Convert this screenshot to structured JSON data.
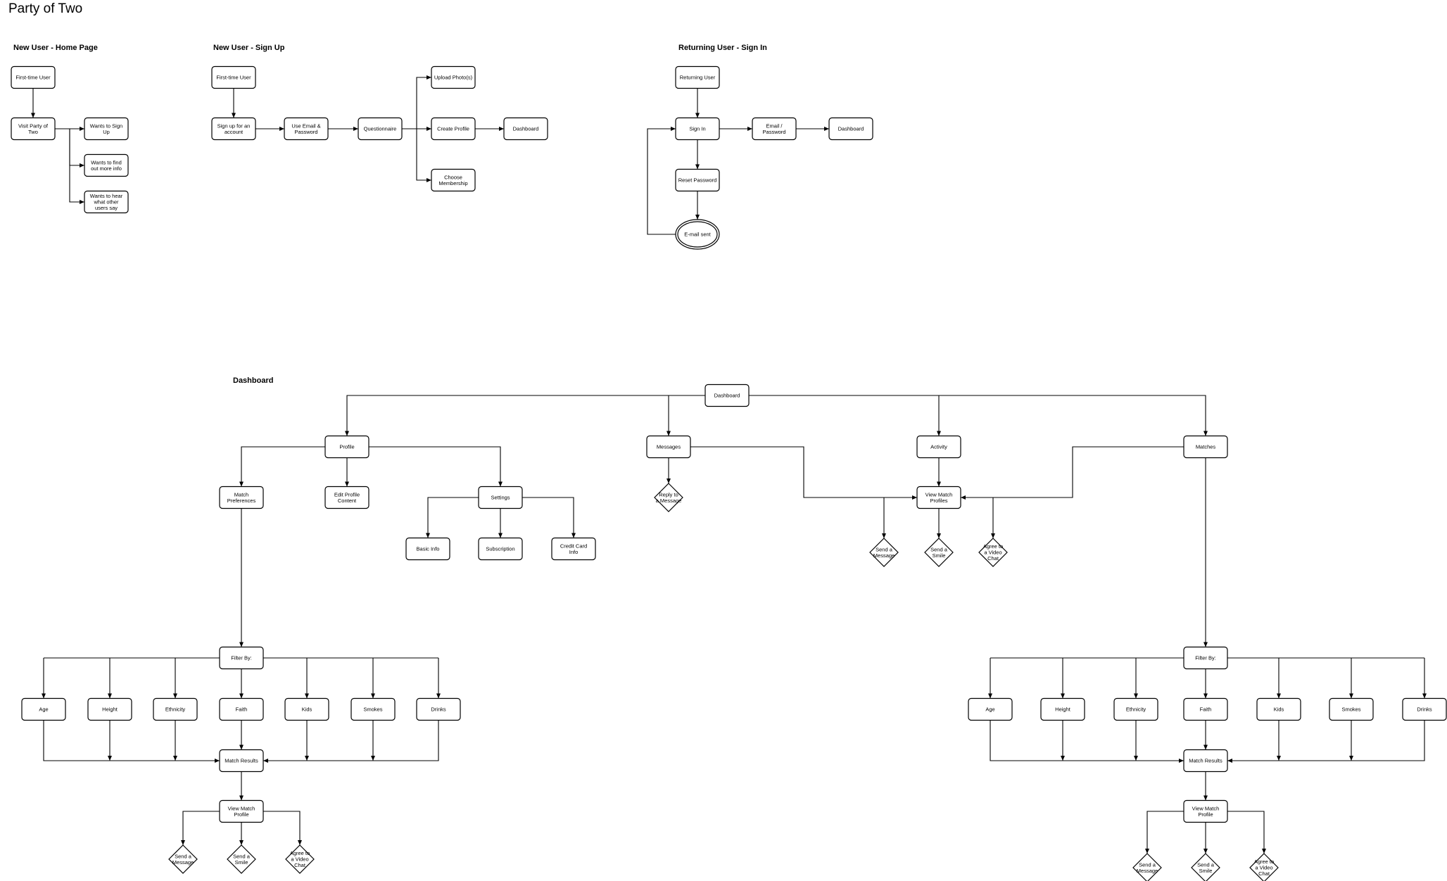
{
  "title": "Party of Two",
  "sections": {
    "home": "New User - Home Page",
    "signup": "New User - Sign Up",
    "signin": "Returning User - Sign In",
    "dashboard": "Dashboard"
  },
  "nodes": {
    "h_first": "First-time User",
    "h_visit": "Visit Party of Two",
    "h_signup": "Wants to Sign Up",
    "h_info": "Wants to find out more info",
    "h_hear": "Wants to hear what other users say",
    "s_first": "First-time User",
    "s_signup": "Sign up for an account",
    "s_email": "Use Email & Password",
    "s_quest": "Questionnaire",
    "s_upload": "Upload Photo(s)",
    "s_create": "Create Profile",
    "s_dash": "Dashboard",
    "s_member": "Choose Membership",
    "r_user": "Returning User",
    "r_signin": "Sign In",
    "r_email": "Email / Password",
    "r_dash": "Dashboard",
    "r_reset": "Reset Password",
    "r_sent": "E-mail sent",
    "d_dash": "Dashboard",
    "d_profile": "Profile",
    "d_messages": "Messages",
    "d_activity": "Activity",
    "d_matches": "Matches",
    "d_matchpref": "Match Preferences",
    "d_editprof": "Edit Profile Content",
    "d_settings": "Settings",
    "d_reply": "Reply to a Message",
    "d_viewmp": "View Match Profiles",
    "d_basic": "Basic Info",
    "d_sub": "Subscription",
    "d_cc": "Credit Card Info",
    "d_vm_msg": "Send a Message",
    "d_vm_smile": "Send a Smile",
    "d_vm_video": "Agree to a Video Chat",
    "l_filter": "Filter By:",
    "l_age": "Age",
    "l_height": "Height",
    "l_eth": "Ethnicity",
    "l_faith": "Faith",
    "l_kids": "Kids",
    "l_smokes": "Smokes",
    "l_drinks": "Drinks",
    "l_results": "Match Results",
    "l_view": "View Match Profile",
    "l_msg": "Send a Message",
    "l_smile": "Send a Smile",
    "l_video": "Agree to a Video Chat",
    "r2_filter": "Filter By:",
    "r2_age": "Age",
    "r2_height": "Height",
    "r2_eth": "Ethnicity",
    "r2_faith": "Faith",
    "r2_kids": "Kids",
    "r2_smokes": "Smokes",
    "r2_drinks": "Drinks",
    "r2_results": "Match Results",
    "r2_view": "View Match Profile",
    "r2_msg": "Send a Message",
    "r2_smile": "Send a Smile",
    "r2_video": "Agree to a Video Chat"
  }
}
